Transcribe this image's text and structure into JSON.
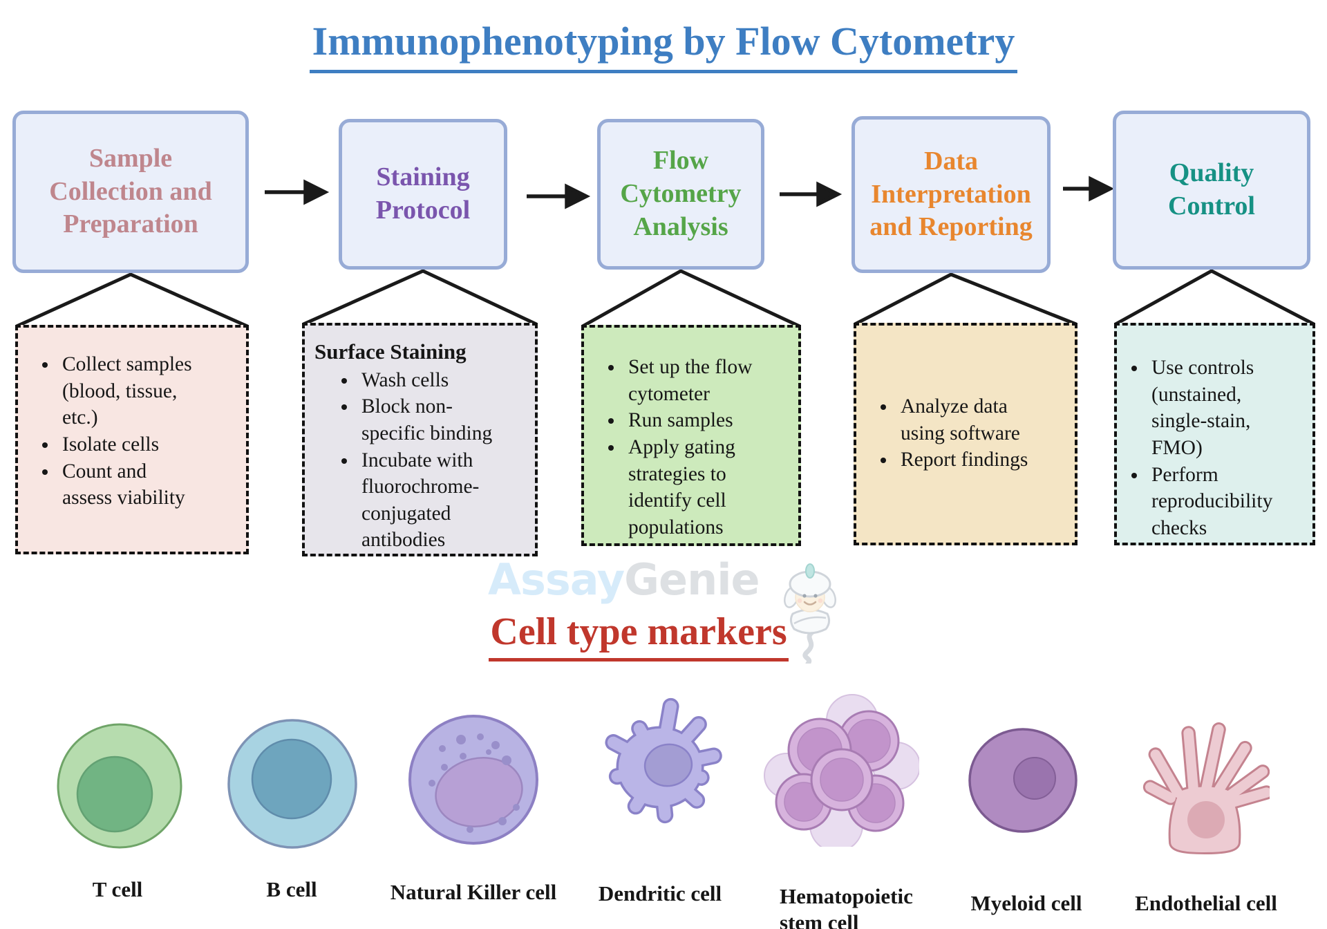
{
  "title": {
    "text": "Immunophenotyping by Flow Cytometry",
    "color": "#3e7ec2"
  },
  "flow": {
    "box_fill": "#eaeffa",
    "box_border": "#97abd6",
    "steps": [
      {
        "label": "Sample Collection and Preparation",
        "label_color": "#bf868d",
        "detail_fill": "#f8e6e2",
        "bullets": [
          "Collect samples (blood, tissue, etc.)",
          "Isolate cells",
          "Count and assess viability"
        ]
      },
      {
        "label": "Staining Protocol",
        "label_color": "#7a55ad",
        "detail_fill": "#e7e5eb",
        "detail_heading": "Surface Staining",
        "bullets": [
          "Wash cells",
          "Block non-specific binding",
          "Incubate with fluorochrome-conjugated antibodies"
        ]
      },
      {
        "label": "Flow Cytometry Analysis",
        "label_color": "#55a548",
        "detail_fill": "#cdeabc",
        "bullets": [
          "Set up the flow cytometer",
          "Run samples",
          "Apply gating strategies to identify cell populations"
        ]
      },
      {
        "label": "Data Interpretation and Reporting",
        "label_color": "#e8862e",
        "detail_fill": "#f4e5c5",
        "bullets": [
          "Analyze data using software",
          "Report findings"
        ]
      },
      {
        "label": "Quality Control",
        "label_color": "#169184",
        "detail_fill": "#def0ed",
        "bullets": [
          "Use controls (unstained, single-stain, FMO)",
          "Perform reproducibility checks"
        ]
      }
    ]
  },
  "watermark": {
    "brand_first": "Assay",
    "brand_second": "Genie",
    "first_color": "#b5dcf7",
    "second_color": "#c3c7cd"
  },
  "cell_markers": {
    "title": "Cell type markers",
    "color": "#c0372c",
    "cells": [
      {
        "label": "T cell"
      },
      {
        "label": "B cell"
      },
      {
        "label": "Natural Killer cell"
      },
      {
        "label": "Dendritic cell"
      },
      {
        "label": "Hematopoietic stem cell"
      },
      {
        "label": "Myeloid cell"
      },
      {
        "label": "Endothelial cell"
      }
    ]
  }
}
